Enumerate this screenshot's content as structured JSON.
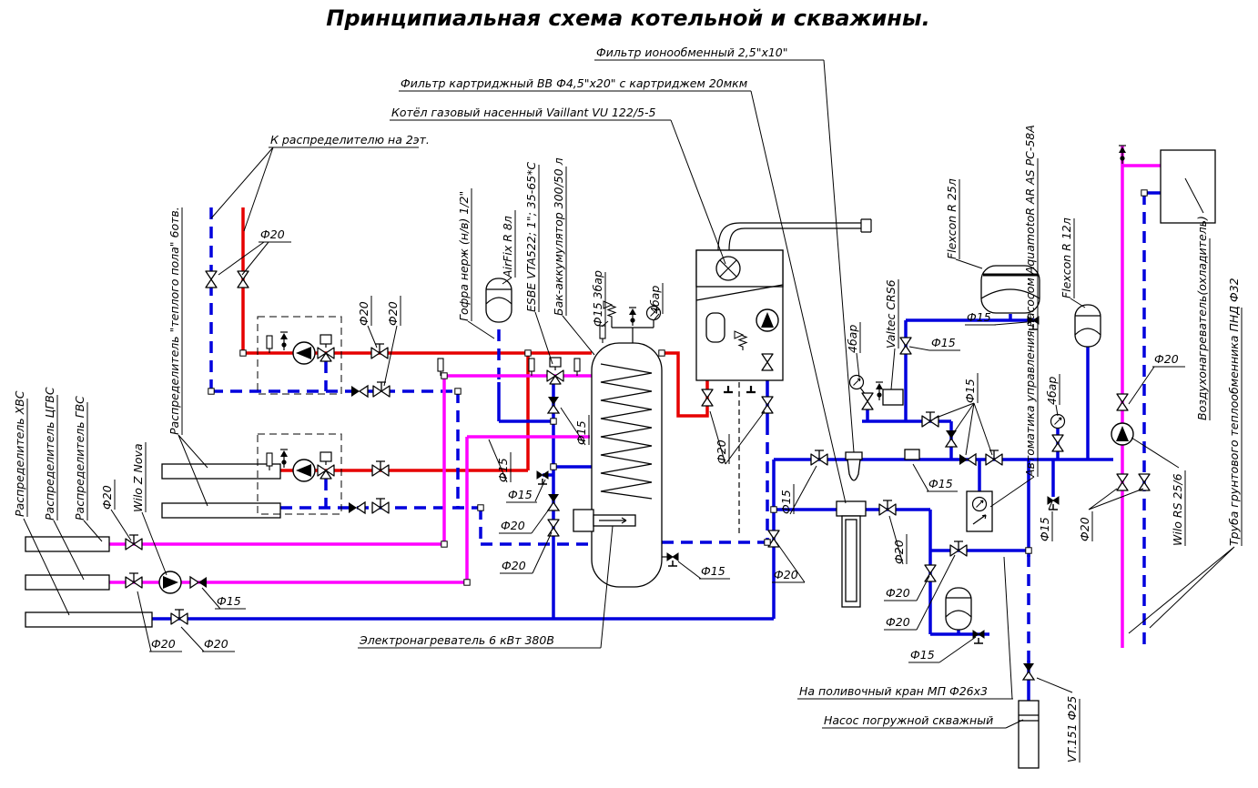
{
  "title": "Принципиальная схема котельной и скважины.",
  "colors": {
    "heating_supply": "#e60000",
    "water_blue": "#0000dd",
    "dhw_magenta": "#ff00ff",
    "line_black": "#000000"
  },
  "labels": {
    "filter_ion": "Фильтр ионообменный 2,5\"х10\"",
    "filter_cart": "Фильтр картриджный ВВ Ф4,5\"х20\" с картриджем 20мкм",
    "boiler": "Котёл газовый насенный Vaillant VU 122/5-5",
    "to_2nd_floor": "К распределителю на 2эт.",
    "rasp_tp": "Распределитель \"теплого пола\" 6отв.",
    "rasp_hvs": "Распределитель ХВС",
    "rasp_cgvs": "Распределитель ЦГВС",
    "rasp_gvs": "Распределитель ГВС",
    "wilo_z": "Wilo Z Nova",
    "gofra": "Гофра нерж (н/в) 1/2\"",
    "airfix": "AirFix R 8л",
    "esbe": "ESBE VTA522; 1\"; 35-65*C",
    "tank": "Бак-аккумулятор 300/50 л",
    "f15_3bar": "Ф15 3бар",
    "bar4": "4бар",
    "valtec": "Valtec CRS6",
    "flexcon25": "Flexcon R 25л",
    "avtomatika": "Автоматика управления насосом AquamotoR AR AS PC-58A",
    "flexcon12": "Flexcon R 12л",
    "vozduh": "Воздухонагреватель(охладитель)",
    "truba_grunt": "Труба грунтового теплообменника ПНД Ф32",
    "wilo_rs": "Wilo RS 25/6",
    "heater": "Электронагреватель 6 кВт 380В",
    "poliv": "На поливочный кран МП Ф26х3",
    "nasos_well": "Насос погружной скважный",
    "vt151": "VT.151 Ф25",
    "f15": "Ф15",
    "f20": "Ф20"
  }
}
